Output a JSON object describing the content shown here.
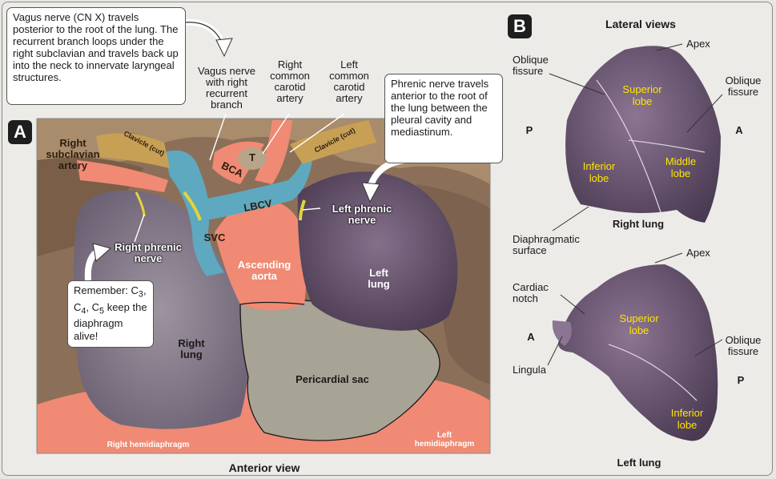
{
  "panel_a": {
    "badge": "A",
    "caption": "Anterior view",
    "callouts": {
      "vagus": "Vagus nerve (CN X) travels posterior to the root of the lung. The recurrent branch loops under the right subclavian and travels back up into the neck to innervate laryngeal structures.",
      "phrenic": "Phrenic nerve travels anterior to the root of the lung between the pleural cavity and mediastinum.",
      "remember_prefix": "Remember: C",
      "remember_c3": "3",
      "remember_c4": "4",
      "remember_c5": "5",
      "remember_mid": ", C",
      "remember_end": " keep the diaphragm alive!"
    },
    "top_labels": {
      "vagus_recurrent": "Vagus nerve with right recurrent branch",
      "right_common_carotid": "Right common carotid artery",
      "left_common_carotid": "Left common carotid artery"
    },
    "labels": {
      "right_subclavian": "Right subclavian artery",
      "clavicle_right": "Clavicle (cut)",
      "clavicle_left": "Clavicle (cut)",
      "bca": "BCA",
      "t": "T",
      "lbcv": "LBCV",
      "svc": "SVC",
      "left_phrenic": "Left phrenic nerve",
      "right_phrenic": "Right phrenic nerve",
      "ascending_aorta": "Ascending aorta",
      "left_lung": "Left lung",
      "right_lung": "Right lung",
      "pericardial_sac": "Pericardial sac",
      "right_hemidiaphragm": "Right hemidiaphragm",
      "left_hemidiaphragm": "Left hemidiaphragm"
    }
  },
  "panel_b": {
    "badge": "B",
    "title": "Lateral views",
    "right_lung": {
      "caption": "Right lung",
      "apex": "Apex",
      "oblique_left": "Oblique fissure",
      "oblique_right": "Oblique fissure",
      "p": "P",
      "a": "A",
      "superior": "Superior lobe",
      "middle": "Middle lobe",
      "inferior": "Inferior lobe",
      "diaphragmatic": "Diaphragmatic surface"
    },
    "left_lung": {
      "caption": "Left lung",
      "apex": "Apex",
      "cardiac_notch": "Cardiac notch",
      "a": "A",
      "p": "P",
      "lingula": "Lingula",
      "superior": "Superior lobe",
      "inferior": "Inferior lobe",
      "oblique": "Oblique fissure"
    }
  },
  "colors": {
    "lung": "#6f5a72",
    "artery": "#f08a74",
    "vein": "#5ea8c0",
    "nerve": "#e3d43a",
    "pericardium": "#a7a395",
    "tissue": "#9c7e61",
    "lobe_text": "#ffe600"
  }
}
